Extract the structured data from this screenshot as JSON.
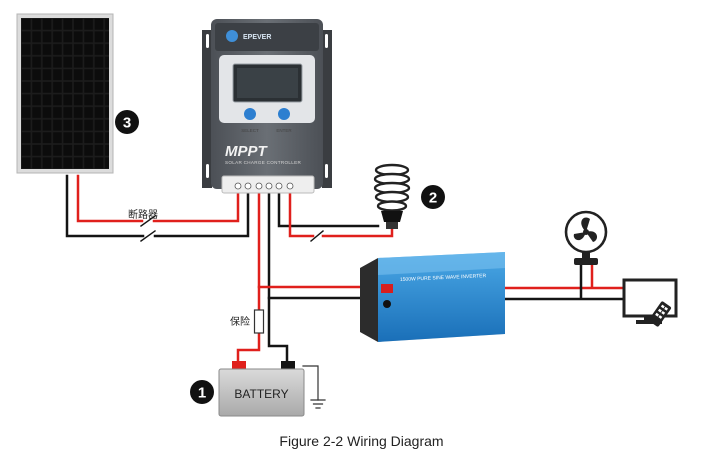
{
  "markers": {
    "battery": "1",
    "load_bulb": "2",
    "solar_panel": "3"
  },
  "controller": {
    "brand": "EPEVER",
    "title": "MPPT",
    "subtitle": "SOLAR CHARGE CONTROLLER",
    "button_left": "SELECT",
    "button_right": "ENTER"
  },
  "breaker_label": "断路器",
  "fuse_label": "保险",
  "battery_label": "BATTERY",
  "inverter_label": "1500W PURE SINE WAVE INVERTER",
  "caption": "Figure 2-2 Wiring Diagram",
  "colors": {
    "positive": "#e0201c",
    "negative": "#141414",
    "controller_body": "#595e64"
  }
}
